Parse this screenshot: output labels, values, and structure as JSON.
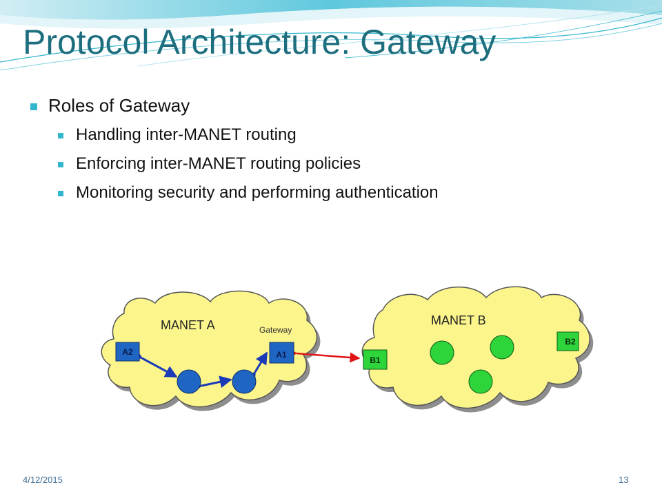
{
  "slide": {
    "title": "Protocol Architecture: Gateway",
    "bullets": {
      "main": "Roles of Gateway",
      "sub": [
        "Handling inter-MANET routing",
        "Enforcing inter-MANET routing policies",
        "Monitoring security and performing authentication"
      ]
    },
    "footer": {
      "date": "4/12/2015",
      "page_number": "13"
    }
  },
  "diagram": {
    "manet_a": {
      "label": "MANET A",
      "gateway_label": "Gateway",
      "node_a2": "A2",
      "node_a1": "A1"
    },
    "manet_b": {
      "label": "MANET B",
      "node_b1": "B1",
      "node_b2": "B2"
    },
    "colors": {
      "cloud_fill": "#fbf58c",
      "cloud_stroke": "#555555",
      "manet_a_node": "#1f65c3",
      "manet_b_node": "#2dd53b",
      "internal_links": "#1a3ab8",
      "inter_manet_link": "#e01414",
      "title": "#1d6e7e",
      "bullet": "#33b7cc",
      "footer": "#3f6f96"
    }
  }
}
